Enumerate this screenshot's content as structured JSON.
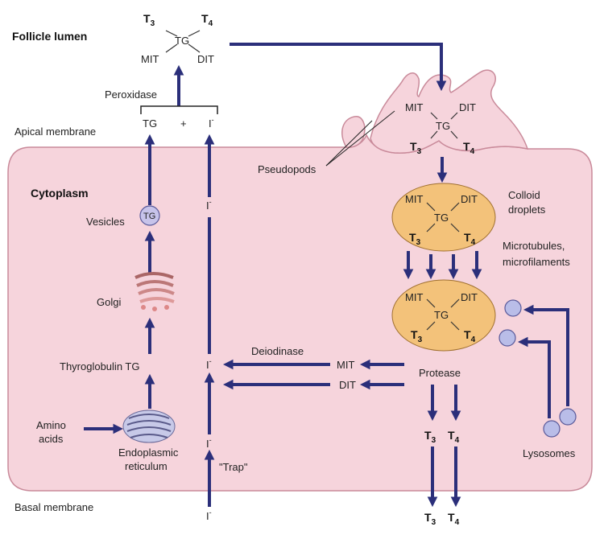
{
  "labels": {
    "follicle_lumen": "Follicle lumen",
    "cytoplasm": "Cytoplasm",
    "apical_membrane": "Apical membrane",
    "basal_membrane": "Basal membrane",
    "peroxidase": "Peroxidase",
    "tg": "TG",
    "plus": "+",
    "iodide": "I",
    "iodide_sup": "-",
    "vesicles": "Vesicles",
    "golgi": "Golgi",
    "thyroglobulin": "Thyroglobulin TG",
    "amino_line1": "Amino",
    "amino_line2": "acids",
    "er_line1": "Endoplasmic",
    "er_line2": "reticulum",
    "trap": "\"Trap\"",
    "deiodinase": "Deiodinase",
    "mit": "MIT",
    "dit": "DIT",
    "pseudopods": "Pseudopods",
    "colloid_line1": "Colloid",
    "colloid_line2": "droplets",
    "micro_line1": "Microtubules,",
    "micro_line2": "microfilaments",
    "protease": "Protease",
    "lysosomes": "Lysosomes",
    "t3_base": "T",
    "t3_sub": "3",
    "t4_base": "T",
    "t4_sub": "4"
  },
  "colors": {
    "cell_fill": "#f6d4dc",
    "cell_stroke": "#c98a9a",
    "droplet_fill": "#f3c27a",
    "arrow": "#2b2f7a",
    "lysosome_fill": "#b9bde8",
    "vesicle_fill": "#c7c3ea"
  }
}
